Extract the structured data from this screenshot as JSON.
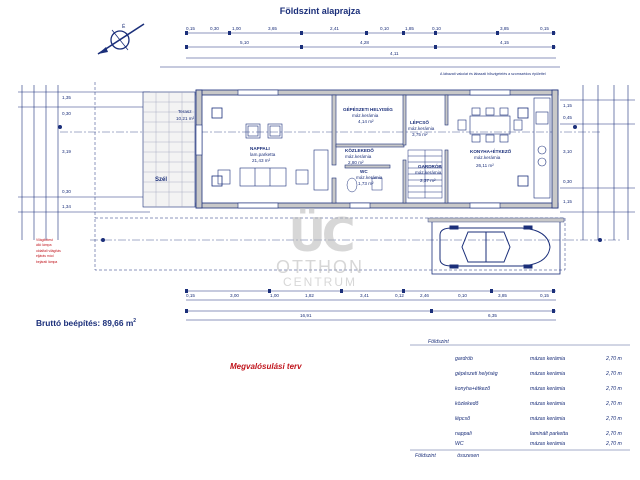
{
  "title": "Földszint alaprajza",
  "rooms": [
    {
      "name": "Terasz",
      "area": "10,21 m²"
    },
    {
      "name": "NAPPALI",
      "floor": "lam.parketta",
      "area": "21,43 m²"
    },
    {
      "name": "GÉPÉSZETI HELYISÉG",
      "floor": "máz.kerámia",
      "area": "4,14 m²"
    },
    {
      "name": "KÖZLEKEDŐ",
      "floor": "máz.kerámia",
      "area": "2,80 m²"
    },
    {
      "name": "LÉPCSŐ",
      "floor": "máz.kerámia",
      "area": "3,75 m²"
    },
    {
      "name": "GARDRÓB",
      "floor": "máz.kerámia",
      "area": "2,37 m²"
    },
    {
      "name": "KONYHA+ÉTKEZŐ",
      "floor": "máz.kerámia",
      "area": "26,11 m²"
    },
    {
      "name": "WC",
      "floor": "máz.kerámia",
      "area": "1,73 m²"
    },
    {
      "name": "Szél"
    }
  ],
  "note": "A lábazati vakolat és lábazati hőszigetelés a szomszédos épülettel",
  "red_legend": [
    "Világítótest",
    "álló lámpa",
    "oldalfali világítás",
    "eljárás mód",
    "bejárati lámpa"
  ],
  "gross_area": {
    "label": "Bruttó beépítés: 89,66 m",
    "unit_sup": "2"
  },
  "plan_type": "Megvalósulási terv",
  "watermark": {
    "mark": "ÜC",
    "line1": "OTTHON",
    "line2": "CENTRUM"
  },
  "table": {
    "heading": "Földszint",
    "rows": [
      {
        "room": "gardrób",
        "floor": "mázas kerámia",
        "height": "2,70 m"
      },
      {
        "room": "gépészeti helyiség",
        "floor": "mázas kerámia",
        "height": "2,70 m"
      },
      {
        "room": "konyha+étkező",
        "floor": "mázas kerámia",
        "height": "2,70 m"
      },
      {
        "room": "közlekedő",
        "floor": "mázas kerámia",
        "height": "2,70 m"
      },
      {
        "room": "lépcső",
        "floor": "mázas kerámia",
        "height": "2,70 m"
      },
      {
        "room": "nappali",
        "floor": "laminált parketta",
        "height": "2,70 m"
      },
      {
        "room": "WC",
        "floor": "mázas kerámia",
        "height": "2,70 m"
      }
    ],
    "footer_left": "Földszint",
    "footer_right": "összesen"
  },
  "dimensions": {
    "top_row": [
      "0,15",
      "0,30",
      "1,00",
      "3,65",
      "2,41",
      "0,10",
      "1,85",
      "0,10",
      "3,85",
      "0,15"
    ],
    "top_row2": [
      "5,10",
      "4,28",
      "4,11",
      "4,15"
    ],
    "left_col": [
      "1,35",
      "0,30",
      "3,19",
      "0,30",
      "1,34"
    ],
    "right_col": [
      "1,15",
      "0,45",
      "3,10",
      "0,30",
      "1,15"
    ],
    "bottom_row": [
      "0,15",
      "3,00",
      "1,00",
      "1,82",
      "3,41",
      "0,12",
      "2,46",
      "0,10",
      "3,85",
      "0,15"
    ],
    "bottom_row2": [
      "16,91",
      "6,35"
    ]
  }
}
